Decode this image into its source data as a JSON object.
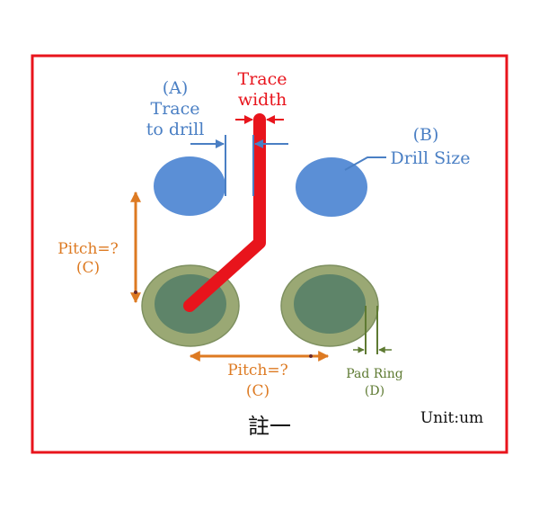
{
  "colors": {
    "frame": "#e8141c",
    "trace": "#e8141c",
    "drill": "#5b8fd6",
    "blue_text": "#4a7fc4",
    "pad_ring": "#9aa874",
    "pad_inner": "#5e8469",
    "pad_stroke": "#7e9060",
    "pitch": "#dd7a22",
    "pad_text": "#5e7a32",
    "black": "#111111"
  },
  "labels": {
    "a_letter": "(A)",
    "a_line1": "Trace",
    "a_line2": "to drill",
    "trace_line1": "Trace",
    "trace_line2": "width",
    "b_letter": "(B)",
    "b_text": "Drill Size",
    "pitch_v_line1": "Pitch=?",
    "pitch_v_line2": "(C)",
    "pitch_h_line1": "Pitch=?",
    "pitch_h_line2": "(C)",
    "pad_line1": "Pad Ring",
    "pad_line2": "(D)",
    "note": "註一",
    "unit": "Unit:um"
  }
}
